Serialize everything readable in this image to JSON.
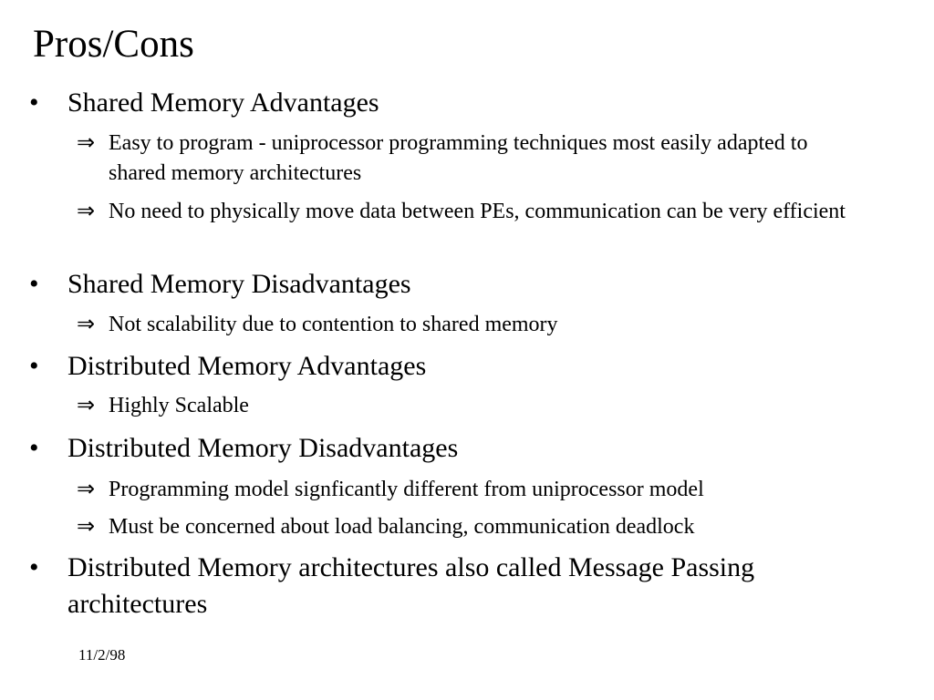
{
  "slide": {
    "title": "Pros/Cons",
    "bullet_glyph": "•",
    "arrow_glyph": "⇒",
    "items": [
      {
        "text": "Shared Memory Advantages",
        "subitems": [
          "Easy to program - uniprocessor programming techniques  most easily adapted to shared memory architectures",
          "No need to physically move data between PEs, communication can be very efficient"
        ]
      },
      {
        "text": "Shared Memory Disadvantages",
        "subitems": [
          "Not scalability due to contention to shared memory"
        ]
      },
      {
        "text": "Distributed Memory Advantages",
        "subitems": [
          "Highly Scalable"
        ]
      },
      {
        "text": "Distributed Memory Disadvantages",
        "subitems": [
          "Programming model signficantly different from uniprocessor model",
          "Must be concerned about load balancing, communication deadlock"
        ]
      },
      {
        "text": "Distributed Memory architectures also called Message Passing architectures",
        "subitems": []
      }
    ],
    "footer_date": "11/2/98"
  }
}
